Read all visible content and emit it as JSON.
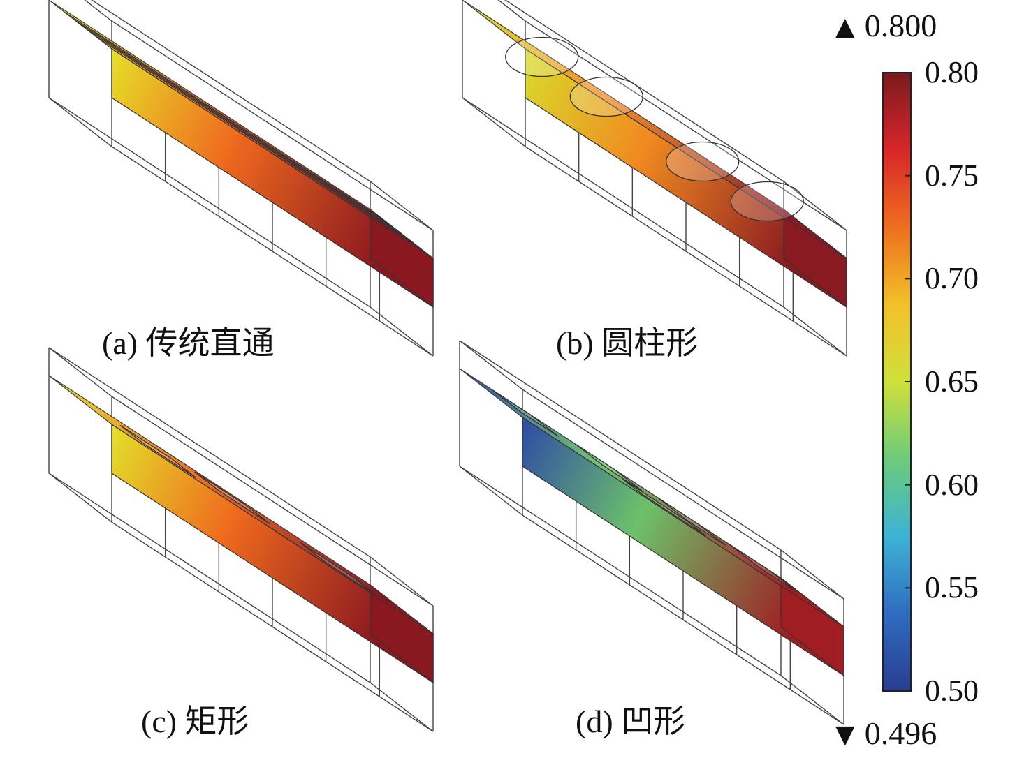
{
  "panels": [
    {
      "caption": "(a) 传统直通",
      "shape": "straight",
      "colors": {
        "left": "#e6e028",
        "mid": "#ef6a1e",
        "right": "#8a1820"
      }
    },
    {
      "caption": "(b) 圆柱形",
      "shape": "cylinder",
      "colors": {
        "left": "#d8dc2a",
        "mid": "#f08a20",
        "right": "#8a1a22"
      }
    },
    {
      "caption": "(c) 矩形",
      "shape": "rectangle",
      "colors": {
        "left": "#e2e22a",
        "mid": "#ef6a1e",
        "right": "#8a1820"
      }
    },
    {
      "caption": "(d) 凹形",
      "shape": "concave",
      "colors": {
        "left": "#2e4aa6",
        "mid": "#6cc26a",
        "right": "#a01e22"
      }
    }
  ],
  "colorbar": {
    "max_marker": "0.800",
    "min_marker": "0.496",
    "ticks": [
      "0.80",
      "0.75",
      "0.70",
      "0.65",
      "0.60",
      "0.55",
      "0.50"
    ],
    "range": [
      0.5,
      0.8
    ],
    "max_symbol": "▲",
    "min_symbol": "▼",
    "stops": [
      "#2a3d8f",
      "#2f6cc0",
      "#3db3d6",
      "#6ccb7a",
      "#cfe03a",
      "#f2c128",
      "#ef6e1f",
      "#d8262a",
      "#7a1a1f"
    ]
  }
}
